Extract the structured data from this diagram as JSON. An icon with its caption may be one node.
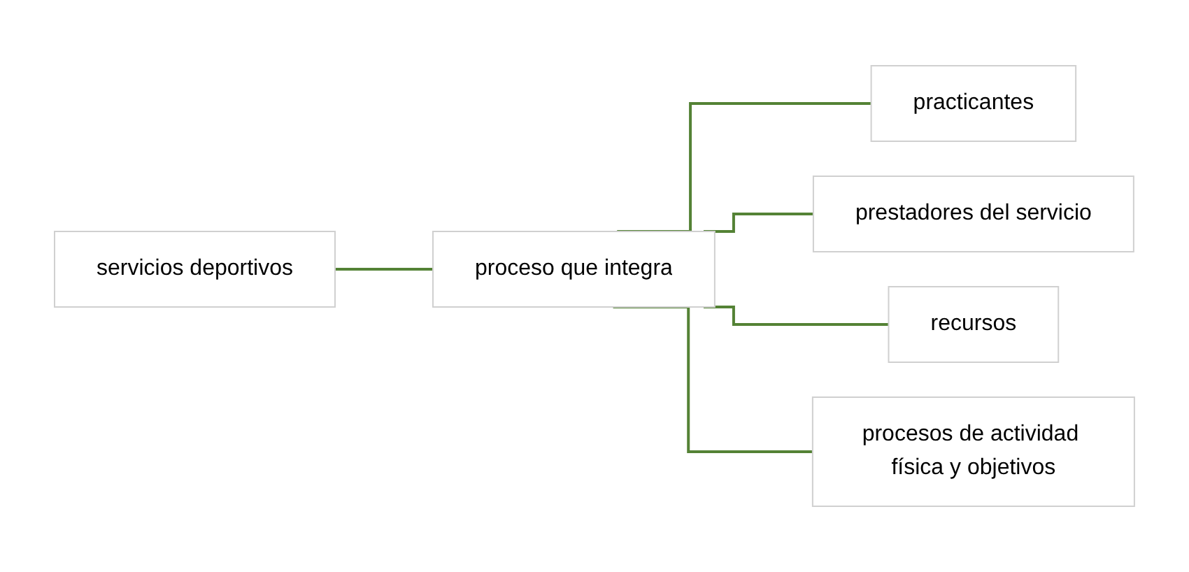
{
  "diagram": {
    "nodes": [
      {
        "text": [
          "servicios deportivos"
        ]
      },
      {
        "text": [
          "proceso que integra"
        ]
      },
      {
        "text": [
          "practicantes"
        ]
      },
      {
        "text": [
          "prestadores del servicio"
        ]
      },
      {
        "text": [
          "recursos"
        ]
      },
      {
        "text": [
          "procesos de actividad física y objetivos"
        ]
      }
    ],
    "edges": [
      {
        "from": 0,
        "to": 1,
        "arrow": "none"
      },
      {
        "from": 1,
        "to": 2,
        "arrow": "none"
      },
      {
        "from": 1,
        "to": 3,
        "arrow": "none"
      },
      {
        "from": 1,
        "to": 4,
        "arrow": "none"
      },
      {
        "from": 1,
        "to": 5,
        "arrow": "none"
      }
    ]
  }
}
